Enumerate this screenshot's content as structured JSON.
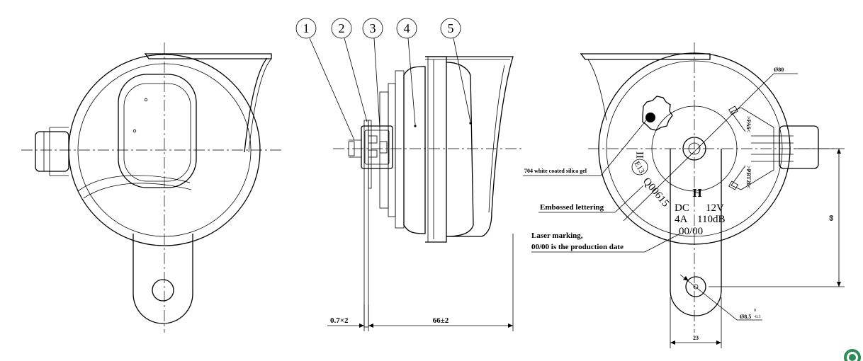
{
  "callouts": [
    "1",
    "2",
    "3",
    "4",
    "5"
  ],
  "notes": {
    "silica_gel": "704 white coated silica gel",
    "embossed": "Embossed lettering",
    "laser_line1": "Laser marking,",
    "laser_line2": "00/00 is the production date"
  },
  "dimensions": {
    "thickness": "0.7×2",
    "depth": "66±2",
    "diameter": "Ø80",
    "height": "60",
    "width": "23",
    "hole_base": "Ø8.5",
    "hole_tol_upper": "0",
    "hole_tol_lower": "-0.3"
  },
  "markings": {
    "h": "H",
    "dc": "DC",
    "voltage": "12V",
    "current": "4A",
    "db": "110dB",
    "date": "00/00",
    "code": "Q00615",
    "e_mark": "E13",
    "roman": "II",
    "terminal_upper": ">PA6<",
    "terminal_lower": ">PBT20<"
  }
}
